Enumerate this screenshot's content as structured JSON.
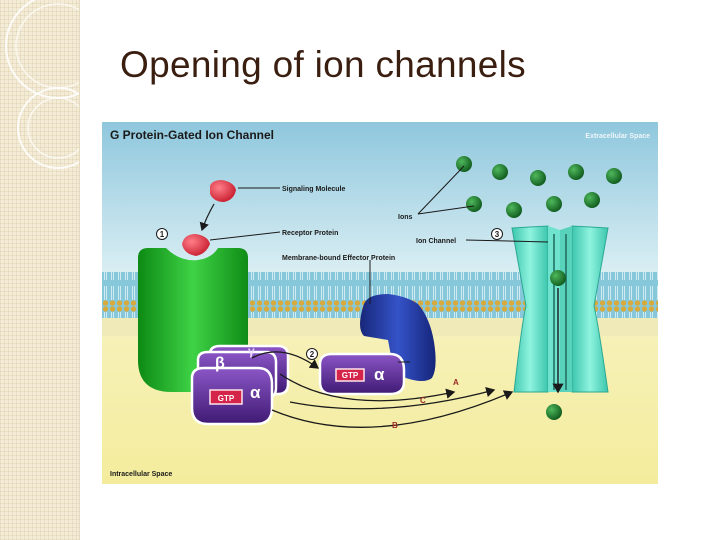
{
  "slide": {
    "title": "Opening of ion channels"
  },
  "figure": {
    "title": "G Protein-Gated Ion Channel",
    "region_top": "Extracellular Space",
    "region_bottom": "Intracellular Space",
    "labels": {
      "signaling_molecule": "Signaling Molecule",
      "receptor_protein": "Receptor Protein",
      "effector_protein": "Membrane-bound Effector Protein",
      "ions": "Ions",
      "ion_channel": "Ion Channel"
    },
    "steps": {
      "one": "1",
      "two": "2",
      "three": "3"
    },
    "subunits": {
      "beta": "β",
      "gamma": "γ",
      "alpha": "α",
      "alpha2": "α"
    },
    "gtp": {
      "bound_receptor": "GTP",
      "bound_effector": "GTP"
    },
    "arrows": {
      "a": "A",
      "b": "B",
      "c": "C"
    },
    "colors": {
      "extracellular": "#c6e3ee",
      "intracellular": "#f6f0b4",
      "membrane": "#7cc4d8",
      "receptor": "#22b02a",
      "effector": "#263ea8",
      "g_protein": "#5a2a90",
      "channel": "#5fe0c8",
      "ion": "#1f7a2e",
      "ligand": "#e23344"
    }
  }
}
